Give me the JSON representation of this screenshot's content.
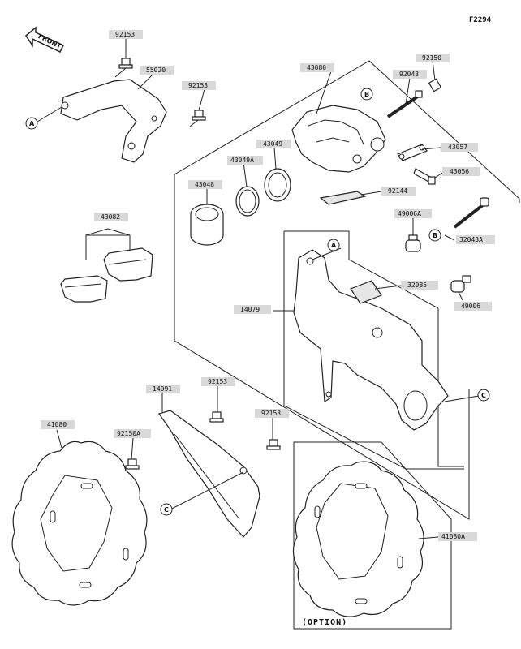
{
  "figure_id": "F2294",
  "front_label": "FRONT",
  "option_label": "(OPTION)",
  "parts": [
    {
      "id": "p1",
      "number": "92153"
    },
    {
      "id": "p2",
      "number": "55020"
    },
    {
      "id": "p3",
      "number": "92153"
    },
    {
      "id": "p4",
      "number": "43080"
    },
    {
      "id": "p5",
      "number": "92150"
    },
    {
      "id": "p6",
      "number": "92043"
    },
    {
      "id": "p7",
      "number": "43057"
    },
    {
      "id": "p8",
      "number": "43049"
    },
    {
      "id": "p9",
      "number": "43049A"
    },
    {
      "id": "p10",
      "number": "43048"
    },
    {
      "id": "p11",
      "number": "43056"
    },
    {
      "id": "p12",
      "number": "92144"
    },
    {
      "id": "p13",
      "number": "43082"
    },
    {
      "id": "p14",
      "number": "49006A"
    },
    {
      "id": "p15",
      "number": "32043A"
    },
    {
      "id": "p16",
      "number": "32085"
    },
    {
      "id": "p17",
      "number": "14079"
    },
    {
      "id": "p18",
      "number": "49006"
    },
    {
      "id": "p19",
      "number": "14091"
    },
    {
      "id": "p20",
      "number": "92153"
    },
    {
      "id": "p21",
      "number": "41080"
    },
    {
      "id": "p22",
      "number": "92150A"
    },
    {
      "id": "p23",
      "number": "92153"
    },
    {
      "id": "p24",
      "number": "41080A"
    }
  ],
  "callouts": [
    {
      "id": "c1",
      "letter": "A"
    },
    {
      "id": "c2",
      "letter": "B"
    },
    {
      "id": "c3",
      "letter": "B"
    },
    {
      "id": "c4",
      "letter": "A"
    },
    {
      "id": "c5",
      "letter": "C"
    },
    {
      "id": "c6",
      "letter": "C"
    }
  ]
}
